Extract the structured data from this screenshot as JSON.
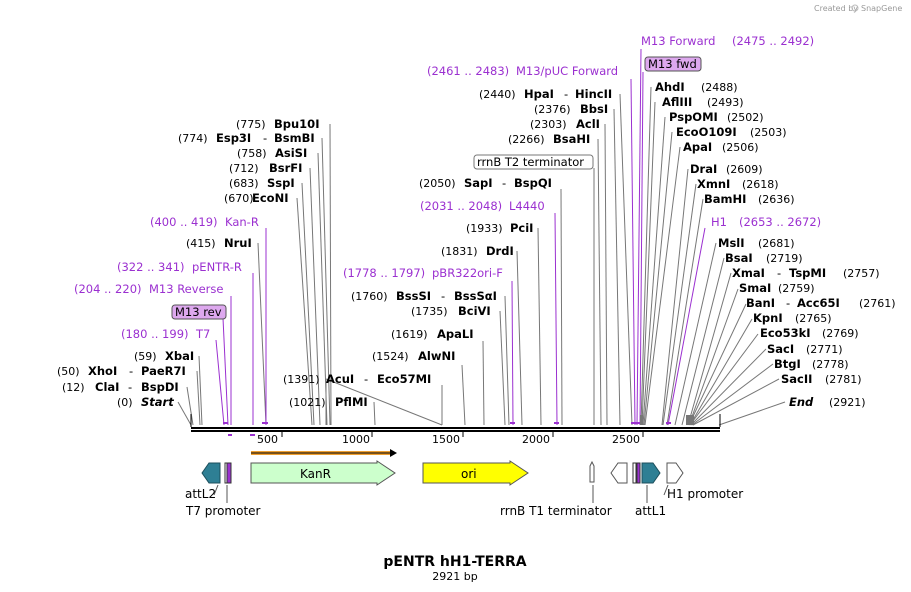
{
  "credit": {
    "prefix": "Created by",
    "brand": "SnapGene"
  },
  "title": "pENTR hH1-TERRA",
  "subtitle": "2921 bp",
  "ticks": [
    "500",
    "1000",
    "1500",
    "2000",
    "2500"
  ],
  "sites": {
    "start": {
      "pos": "(0)",
      "name": "Start"
    },
    "clai": {
      "pos": "(12)",
      "name": "ClaI",
      "name2": "BspDI"
    },
    "xhoi": {
      "pos": "(50)",
      "name": "XhoI",
      "name2": "PaeR7I"
    },
    "xbai": {
      "pos": "(59)",
      "name": "XbaI"
    },
    "nrui": {
      "pos": "(415)",
      "name": "NruI"
    },
    "econi": {
      "pos": "(670)",
      "name": "EcoNI"
    },
    "sspi": {
      "pos": "(683)",
      "name": "SspI"
    },
    "bsrfi": {
      "pos": "(712)",
      "name": "BsrFI"
    },
    "asisi": {
      "pos": "(758)",
      "name": "AsiSI"
    },
    "esp3i": {
      "pos": "(774)",
      "name": "Esp3I",
      "name2": "BsmBI"
    },
    "bpu10i": {
      "pos": "(775)",
      "name": "Bpu10I"
    },
    "pflmi": {
      "pos": "(1021)",
      "name": "PflMI"
    },
    "acui": {
      "pos": "(1391)",
      "name": "AcuI",
      "name2": "Eco57MI"
    },
    "alwni": {
      "pos": "(1524)",
      "name": "AlwNI"
    },
    "apali": {
      "pos": "(1619)",
      "name": "ApaLI"
    },
    "bcivi": {
      "pos": "(1735)",
      "name": "BciVI"
    },
    "bsssi": {
      "pos": "(1760)",
      "name": "BssSI",
      "name2": "BssSαI"
    },
    "drdi": {
      "pos": "(1831)",
      "name": "DrdI"
    },
    "pcii": {
      "pos": "(1933)",
      "name": "PciI"
    },
    "sapi": {
      "pos": "(2050)",
      "name": "SapI",
      "name2": "BspQI"
    },
    "bsahi": {
      "pos": "(2266)",
      "name": "BsaHI"
    },
    "acli": {
      "pos": "(2303)",
      "name": "AclI"
    },
    "bbsi": {
      "pos": "(2376)",
      "name": "BbsI"
    },
    "hpai": {
      "pos": "(2440)",
      "name": "HpaI",
      "name2": "HincII"
    },
    "ahdi": {
      "pos": "(2488)",
      "name": "AhdI"
    },
    "aflii": {
      "pos": "(2493)",
      "name": "AflIII"
    },
    "pspomi": {
      "pos": "(2502)",
      "name": "PspOMI"
    },
    "eco0109i": {
      "pos": "(2503)",
      "name": "EcoO109I"
    },
    "apai": {
      "pos": "(2506)",
      "name": "ApaI"
    },
    "drai": {
      "pos": "(2609)",
      "name": "DraI"
    },
    "xmni": {
      "pos": "(2618)",
      "name": "XmnI"
    },
    "bamhi": {
      "pos": "(2636)",
      "name": "BamHI"
    },
    "msli": {
      "pos": "(2681)",
      "name": "MslI"
    },
    "bsai": {
      "pos": "(2719)",
      "name": "BsaI"
    },
    "xmai": {
      "pos": "(2757)",
      "name": "XmaI",
      "name2": "TspMI"
    },
    "smai": {
      "pos": "(2759)",
      "name": "SmaI"
    },
    "bani": {
      "pos": "(2761)",
      "name": "BanI",
      "name2": "Acc65I"
    },
    "kpni": {
      "pos": "(2765)",
      "name": "KpnI"
    },
    "eco53ki": {
      "pos": "(2769)",
      "name": "Eco53kI"
    },
    "saci": {
      "pos": "(2771)",
      "name": "SacI"
    },
    "btgi": {
      "pos": "(2778)",
      "name": "BtgI"
    },
    "sacii": {
      "pos": "(2781)",
      "name": "SacII"
    },
    "end": {
      "pos": "(2921)",
      "name": "End"
    }
  },
  "primers": {
    "t7": {
      "range": "(180 .. 199)",
      "name": "T7"
    },
    "m13rev_box": "M13 rev",
    "m13reverse": {
      "range": "(204 .. 220)",
      "name": "M13 Reverse"
    },
    "pentr_r": {
      "range": "(322 .. 341)",
      "name": "pENTR-R"
    },
    "kanr": {
      "range": "(400 .. 419)",
      "name": "Kan-R"
    },
    "pbr322": {
      "range": "(1778 .. 1797)",
      "name": "pBR322ori-F"
    },
    "l4440": {
      "range": "(2031 .. 2048)",
      "name": "L4440"
    },
    "m13puc": {
      "range": "(2461 .. 2483)",
      "name": "M13/pUC Forward"
    },
    "m13forward": {
      "range": "(2475 .. 2492)",
      "name": "M13 Forward"
    },
    "m13fwd_box": "M13 fwd",
    "h1": {
      "range": "(2653 .. 2672)",
      "name": "H1"
    }
  },
  "terminator_box": "rrnB T2 terminator",
  "features": {
    "kanr": "KanR",
    "ori": "ori",
    "attl2": "attL2",
    "t7_promoter": "T7 promoter",
    "rrnb_t1": "rrnB T1 terminator",
    "attl1": "attL1",
    "h1_promoter": "H1 promoter"
  },
  "colors": {
    "primer": "#9b30d0",
    "kanr_fill": "#ccffcc",
    "ori_fill": "#ffff00",
    "att_fill": "#2e7f94",
    "orf_line": "#f0a030",
    "label_box": "#dda8ee"
  }
}
